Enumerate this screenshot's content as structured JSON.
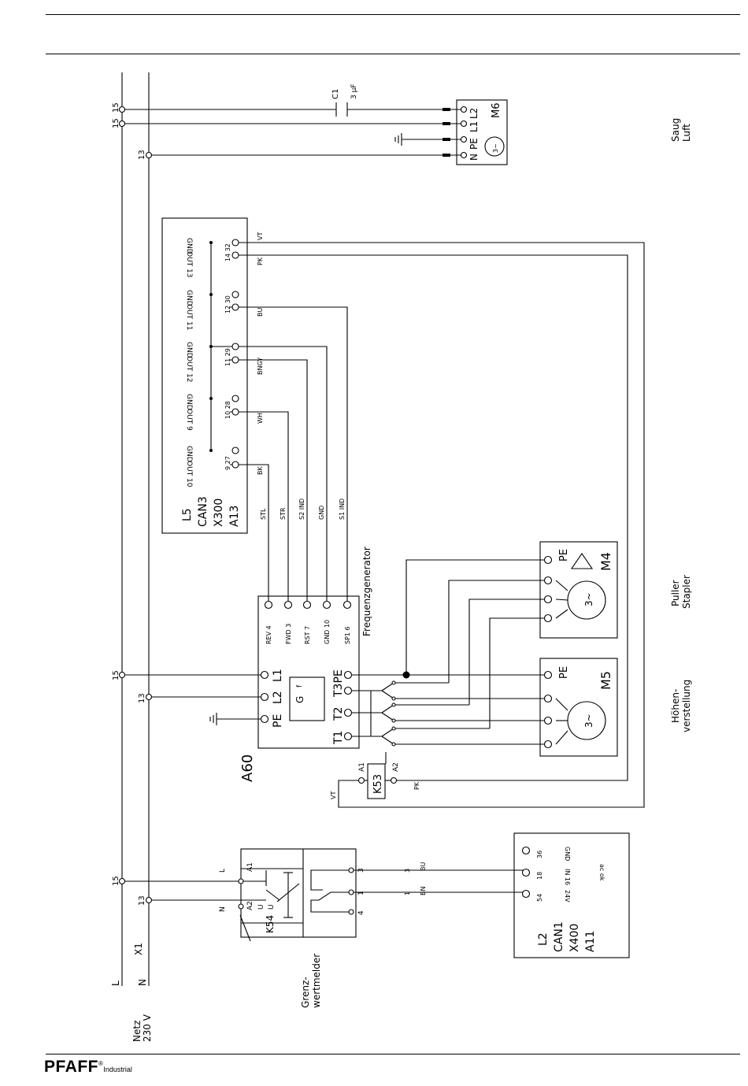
{
  "brand": {
    "name": "PFAFF",
    "registered": "®",
    "suffix": "Industrial"
  },
  "supply": {
    "L": "L",
    "N": "N",
    "X1": "X1",
    "netz": "Netz",
    "voltage": "230 V",
    "w15": "15",
    "w13": "13"
  },
  "m6": {
    "c1": "C1",
    "cap": "3 µF",
    "motor": "M6",
    "terminals": [
      "L2",
      "L1",
      "PE",
      "N"
    ],
    "sym": "3~",
    "saug": "Saug",
    "luft": "Luft",
    "w15": "15",
    "w13": "13"
  },
  "l5": {
    "l5": "L5",
    "can": "CAN3",
    "x": "X300",
    "a": "A13",
    "outs": [
      {
        "out": "OUT 10",
        "pin": "9 27",
        "color": "BK",
        "gnd": "GND"
      },
      {
        "out": "OUT 9",
        "pin": "10 28",
        "color": "WH",
        "gnd": "GND"
      },
      {
        "out": "OUT 12",
        "pin": "11 29",
        "color": "BNGY",
        "gnd": "GND"
      },
      {
        "out": "OUT 11",
        "pin": "12 30",
        "color": "BU",
        "gnd": "GND"
      },
      {
        "out": "OUT 13",
        "pin": "14 32",
        "color": "PK",
        "color2": "VT",
        "gnd": "GND"
      }
    ],
    "signals": [
      "STL",
      "STR",
      "S2 IND",
      "GND",
      "S1 IND"
    ]
  },
  "a60": {
    "label": "A60",
    "title": "Frequenzgenerator",
    "g": "G",
    "f": "f",
    "inputs": [
      "REV 4",
      "FWD 3",
      "RST 7",
      "GND 10",
      "SP1 6"
    ],
    "left": [
      "L1",
      "L2",
      "PE"
    ],
    "right": [
      "T3PE",
      "T2",
      "T1"
    ],
    "w15": "15",
    "w13": "13"
  },
  "k53": {
    "label": "K53",
    "a1": "A1",
    "a2": "A2",
    "vt": "VT",
    "pk": "PK"
  },
  "m4": {
    "label": "M4",
    "pe": "PE",
    "sym": "3~",
    "t1": "Puller",
    "t2": "Stapler"
  },
  "m5": {
    "label": "M5",
    "pe": "PE",
    "sym": "3~",
    "t1": "Höhen-",
    "t2": "verstellung"
  },
  "k54": {
    "label": "K54",
    "a1": "A1",
    "a2": "A2",
    "L": "L",
    "N": "N",
    "u1": "U",
    "u2": "U",
    "p3": "3",
    "p1": "1",
    "p4": "4",
    "gw1": "Grenz-",
    "gw2": "wertmelder",
    "w15": "15",
    "w13": "13"
  },
  "l2": {
    "l2": "L2",
    "can": "CAN1",
    "x": "X400",
    "a": "A11",
    "rows": [
      {
        "pin": "36",
        "lab": "GND"
      },
      {
        "pin": "18",
        "lab": "IN 16"
      },
      {
        "pin": "54",
        "lab": "24V"
      }
    ],
    "acok": "ac ok",
    "w3": "3",
    "w1": "1",
    "bu": "BU",
    "bn": "BN"
  }
}
